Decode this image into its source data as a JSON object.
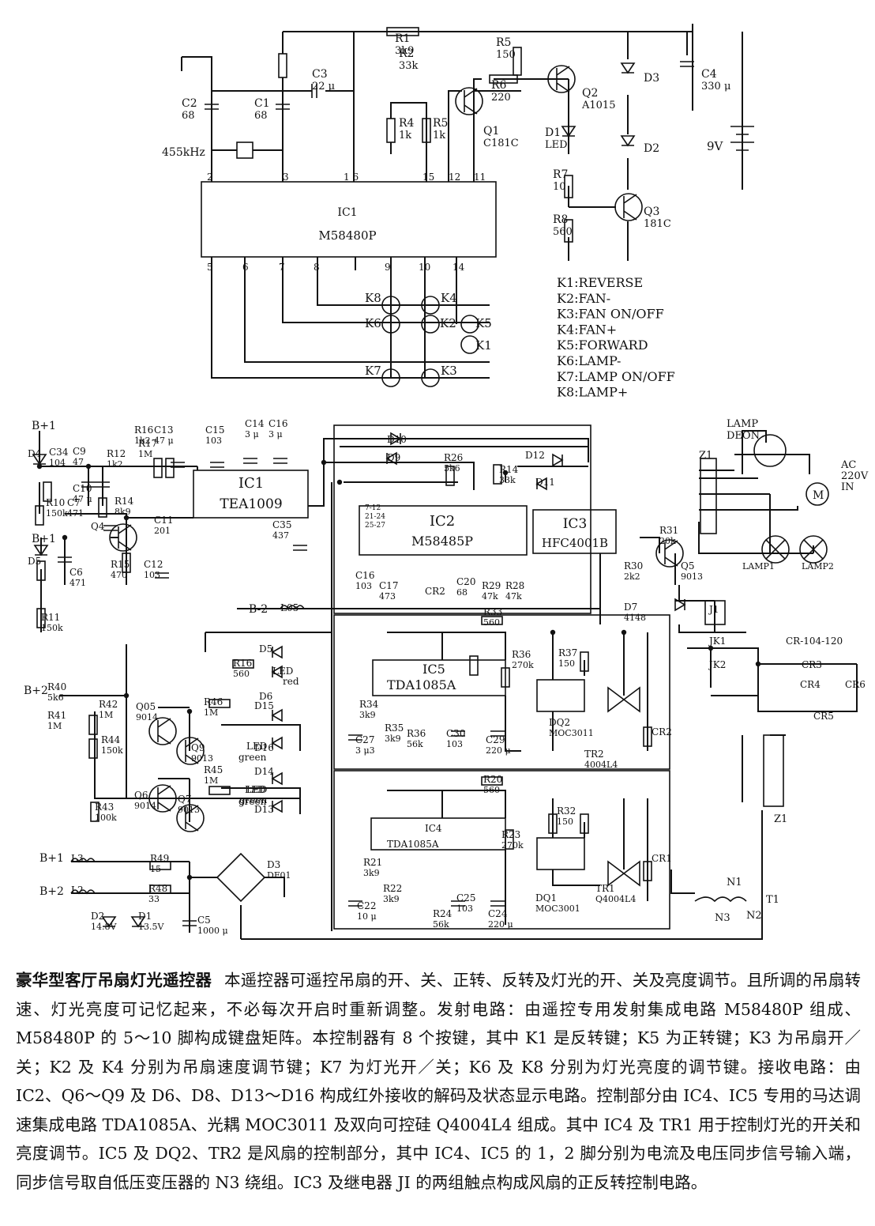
{
  "transmitter": {
    "ic_name": "IC1",
    "ic_part": "M58480P",
    "pins_top": [
      "2",
      "3",
      "1 6",
      "15",
      "12",
      "11"
    ],
    "pins_bottom": [
      "5",
      "6",
      "7",
      "8",
      "9",
      "10",
      "14"
    ],
    "crystal": "455kHz",
    "battery": "9V",
    "components": [
      {
        "ref": "R1",
        "value": "3k9"
      },
      {
        "ref": "R2",
        "value": "33k"
      },
      {
        "ref": "C3",
        "value": "22 μ"
      },
      {
        "ref": "C2",
        "value": "68"
      },
      {
        "ref": "C1",
        "value": "68"
      },
      {
        "ref": "R5",
        "value": "150"
      },
      {
        "ref": "R6",
        "value": "220"
      },
      {
        "ref": "R4",
        "value": "1k"
      },
      {
        "ref": "R5",
        "value": "1k"
      },
      {
        "ref": "Q1",
        "value": "C181C"
      },
      {
        "ref": "Q2",
        "value": "A1015"
      },
      {
        "ref": "D1",
        "value": "LED"
      },
      {
        "ref": "R7",
        "value": "10"
      },
      {
        "ref": "R8",
        "value": "560"
      },
      {
        "ref": "Q3",
        "value": "181C"
      },
      {
        "ref": "D3",
        "value": ""
      },
      {
        "ref": "D2",
        "value": ""
      },
      {
        "ref": "C4",
        "value": "330 μ"
      }
    ],
    "keys": [
      "K8",
      "K4",
      "K6",
      "K2",
      "K5",
      "K1",
      "K7",
      "K3"
    ]
  },
  "key_legend": [
    "K1:REVERSE",
    "K2:FAN-",
    "K3:FAN ON/OFF",
    "K4:FAN+",
    "K5:FORWARD",
    "K6:LAMP-",
    "K7:LAMP ON/OFF",
    "K8:LAMP+"
  ],
  "receiver": {
    "ic1": {
      "name": "IC1",
      "part": "TEA1009"
    },
    "ic2": {
      "name": "IC2",
      "part": "M58485P",
      "pins": [
        "7-12",
        "21-24",
        "25-27"
      ]
    },
    "ic3": {
      "name": "IC3",
      "part": "HFC4001B"
    },
    "ic4": {
      "name": "IC4",
      "part": "TDA1085A"
    },
    "ic5": {
      "name": "IC5",
      "part": "TDA1085A"
    },
    "rails": [
      "B+1",
      "B+1",
      "B-2",
      "B+2",
      "B+1",
      "B+2"
    ],
    "lamp_label": [
      "LAMP",
      "DEON"
    ],
    "ac_label": [
      "AC",
      "220V",
      "IN"
    ],
    "lamps": [
      "LAMP1",
      "LAMP2"
    ],
    "relay": [
      "J1",
      "JK1",
      "JK2"
    ],
    "connector": [
      "Z1",
      "Z1"
    ],
    "transformer": [
      "N1",
      "N2",
      "N3",
      "T1"
    ],
    "motor": "M",
    "led_labels": [
      "LED",
      "red",
      "LED",
      "green",
      "LED",
      "green"
    ],
    "cr_labels": [
      "CR-104-120",
      "CR3",
      "CR4",
      "CR5",
      "CR6",
      "CR2",
      "CR1"
    ],
    "components": [
      {
        "ref": "D4",
        "value": ""
      },
      {
        "ref": "C34",
        "value": "104"
      },
      {
        "ref": "C9",
        "value": "47"
      },
      {
        "ref": "R12",
        "value": "1k2"
      },
      {
        "ref": "R16",
        "value": "1k2"
      },
      {
        "ref": "R17",
        "value": "1M"
      },
      {
        "ref": "C13",
        "value": "47 μ"
      },
      {
        "ref": "C15",
        "value": "103"
      },
      {
        "ref": "C14",
        "value": "3 μ"
      },
      {
        "ref": "C16",
        "value": "3 μ"
      },
      {
        "ref": "R10",
        "value": "150k"
      },
      {
        "ref": "C7",
        "value": "471"
      },
      {
        "ref": "C10",
        "value": "47 μ"
      },
      {
        "ref": "R14",
        "value": "8k9"
      },
      {
        "ref": "C11",
        "value": "201"
      },
      {
        "ref": "Q4",
        "value": ""
      },
      {
        "ref": "C35",
        "value": "437"
      },
      {
        "ref": "D5",
        "value": ""
      },
      {
        "ref": "C6",
        "value": "471"
      },
      {
        "ref": "R11",
        "value": "150k"
      },
      {
        "ref": "R15",
        "value": "470"
      },
      {
        "ref": "C12",
        "value": "103"
      },
      {
        "ref": "L05",
        "value": ""
      },
      {
        "ref": "D10",
        "value": ""
      },
      {
        "ref": "D9",
        "value": ""
      },
      {
        "ref": "R26",
        "value": "5k6"
      },
      {
        "ref": "D12",
        "value": ""
      },
      {
        "ref": "R14",
        "value": "33k"
      },
      {
        "ref": "D11",
        "value": ""
      },
      {
        "ref": "C16",
        "value": "103"
      },
      {
        "ref": "C17",
        "value": "473"
      },
      {
        "ref": "CR2",
        "value": ""
      },
      {
        "ref": "C20",
        "value": "68"
      },
      {
        "ref": "R29",
        "value": "47k"
      },
      {
        "ref": "R28",
        "value": "47k"
      },
      {
        "ref": "R31",
        "value": "20k"
      },
      {
        "ref": "R30",
        "value": "2k2"
      },
      {
        "ref": "Q5",
        "value": "9013"
      },
      {
        "ref": "D7",
        "value": "4148"
      },
      {
        "ref": "R33",
        "value": "560"
      },
      {
        "ref": "R36",
        "value": "270k"
      },
      {
        "ref": "R37",
        "value": "150"
      },
      {
        "ref": "DQ2",
        "value": "MOC3011"
      },
      {
        "ref": "TR2",
        "value": "4004L4"
      },
      {
        "ref": "R34",
        "value": "3k9"
      },
      {
        "ref": "C27",
        "value": "3 μ3"
      },
      {
        "ref": "R35",
        "value": "3k9"
      },
      {
        "ref": "R36",
        "value": "56k"
      },
      {
        "ref": "C30",
        "value": "103"
      },
      {
        "ref": "C29",
        "value": "220 μ"
      },
      {
        "ref": "R16",
        "value": "560"
      },
      {
        "ref": "D5",
        "value": ""
      },
      {
        "ref": "D6",
        "value": ""
      },
      {
        "ref": "R40",
        "value": "5k6"
      },
      {
        "ref": "R41",
        "value": "1M"
      },
      {
        "ref": "R42",
        "value": "1M"
      },
      {
        "ref": "Q05",
        "value": "9014"
      },
      {
        "ref": "R46",
        "value": "1M"
      },
      {
        "ref": "D15",
        "value": ""
      },
      {
        "ref": "Q9",
        "value": "9013"
      },
      {
        "ref": "R44",
        "value": "150k"
      },
      {
        "ref": "D16",
        "value": ""
      },
      {
        "ref": "R45",
        "value": "1M"
      },
      {
        "ref": "D14",
        "value": ""
      },
      {
        "ref": "Q6",
        "value": "9014"
      },
      {
        "ref": "Q7",
        "value": "9013"
      },
      {
        "ref": "R43",
        "value": "100k"
      },
      {
        "ref": "D13",
        "value": ""
      },
      {
        "ref": "R20",
        "value": "560"
      },
      {
        "ref": "R23",
        "value": "270k"
      },
      {
        "ref": "R32",
        "value": "150"
      },
      {
        "ref": "DQ1",
        "value": "MOC3001"
      },
      {
        "ref": "TR1",
        "value": "Q4004L4"
      },
      {
        "ref": "R21",
        "value": "3k9"
      },
      {
        "ref": "R22",
        "value": "3k9"
      },
      {
        "ref": "C22",
        "value": "10 μ"
      },
      {
        "ref": "R24",
        "value": "56k"
      },
      {
        "ref": "C25",
        "value": "103"
      },
      {
        "ref": "C24",
        "value": "220 μ"
      },
      {
        "ref": "L3",
        "value": ""
      },
      {
        "ref": "L2",
        "value": ""
      },
      {
        "ref": "R49",
        "value": "15"
      },
      {
        "ref": "R48",
        "value": "33"
      },
      {
        "ref": "D3",
        "value": "DF01"
      },
      {
        "ref": "D2",
        "value": "14.8V"
      },
      {
        "ref": "D1",
        "value": "13.5V"
      },
      {
        "ref": "C5",
        "value": "1000 μ"
      }
    ]
  },
  "caption": {
    "title": "豪华型客厅吊扇灯光遥控器",
    "body": "本遥控器可遥控吊扇的开、关、正转、反转及灯光的开、关及亮度调节。且所调的吊扇转速、灯光亮度可记忆起来，不必每次开启时重新调整。发射电路：由遥控专用发射集成电路 M58480P 组成、M58480P 的 5～10 脚构成键盘矩阵。本控制器有 8 个按键，其中 K1 是反转键；K5 为正转键；K3 为吊扇开／关；K2 及 K4 分别为吊扇速度调节键；K7 为灯光开／关；K6 及 K8 分别为灯光亮度的调节键。接收电路：由 IC2、Q6～Q9 及 D6、D8、D13～D16 构成红外接收的解码及状态显示电路。控制部分由 IC4、IC5 专用的马达调速集成电路 TDA1085A、光耦 MOC3011 及双向可控硅 Q4004L4 组成。其中 IC4 及 TR1 用于控制灯光的开关和亮度调节。IC5 及 DQ2、TR2 是风扇的控制部分，其中 IC4、IC5 的 1，2 脚分别为电流及电压同步信号输入端，同步信号取自低压变压器的 N3 绕组。IC3 及继电器 JI 的两组触点构成风扇的正反转控制电路。"
  }
}
